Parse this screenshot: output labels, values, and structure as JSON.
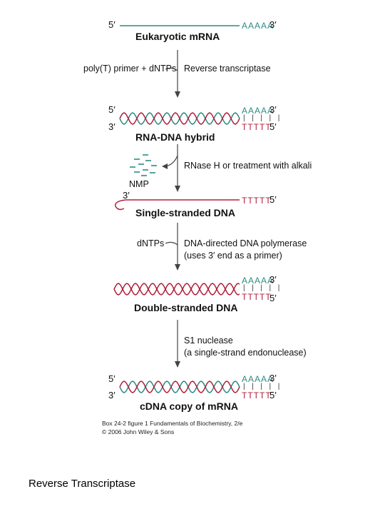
{
  "colors": {
    "rna": "#2b8a83",
    "dna": "#b0203c",
    "nmp": "#2b8a83",
    "arrow": "#444444"
  },
  "labels": {
    "five_prime": "5′",
    "three_prime": "3′",
    "poly_a": "AAAAA",
    "poly_t": "TTTTT",
    "pairing_bars": "| | | | |"
  },
  "stages": {
    "s1": "Eukaryotic mRNA",
    "s2": "RNA-DNA hybrid",
    "s3": "Single-stranded DNA",
    "s4": "Double-stranded DNA",
    "s5": "cDNA copy of mRNA"
  },
  "steps": {
    "step1_left": "poly(T) primer + dNTPs",
    "step1_right": "Reverse transcriptase",
    "step2_right": "RNase H or treatment with alkali",
    "step2_product": "NMP",
    "step3_left": "dNTPs",
    "step3_right_line1": "DNA-directed DNA polymerase",
    "step3_right_line2": "(uses 3′ end as a primer)",
    "step4_right_line1": "S1 nuclease",
    "step4_right_line2": "(a single-strand endonuclease)"
  },
  "credit": {
    "line1": "Box 24-2 figure 1  Fundamentals of Biochemistry, 2/e",
    "line2": "© 2006 John Wiley & Sons"
  },
  "caption": "Reverse Transcriptase"
}
